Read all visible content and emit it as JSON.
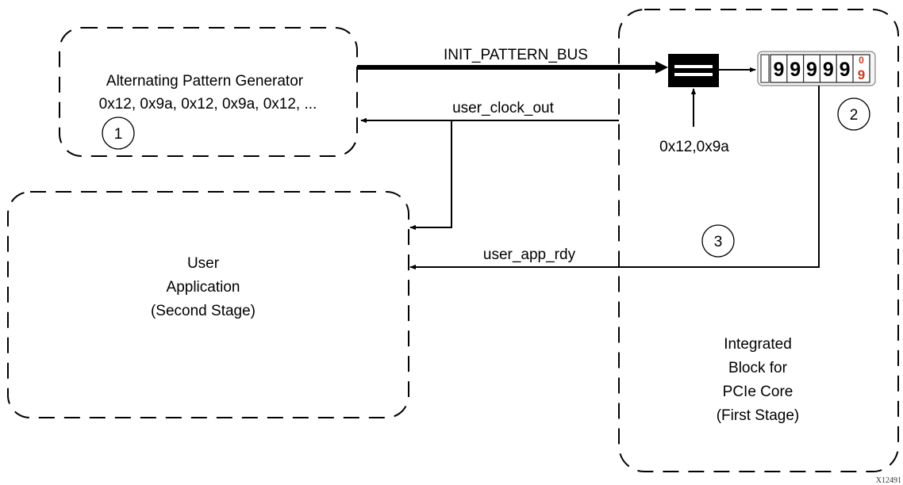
{
  "generator": {
    "title": "Alternating Pattern Generator",
    "sequence": "0x12, 0x9a, 0x12, 0x9a, 0x12, ...",
    "step": "1"
  },
  "pcie_core": {
    "title_line1": "Integrated",
    "title_line2": "Block for",
    "title_line3": "PCIe Core",
    "title_line4": "(First Stage)",
    "step": "2"
  },
  "user_app": {
    "title_line1": "User",
    "title_line2": "Application",
    "title_line3": "(Second Stage)"
  },
  "signals": {
    "init_pattern_bus": "INIT_PATTERN_BUS",
    "user_clock_out": "user_clock_out",
    "user_app_rdy": "user_app_rdy",
    "compare_value": "0x12,0x9a"
  },
  "counter": {
    "digits": [
      "9",
      "9",
      "9",
      "9",
      "9"
    ],
    "rolling_digits": [
      "0",
      "9"
    ],
    "accent": "#d03a1e"
  },
  "step3": "3",
  "figure_id": "X12491"
}
